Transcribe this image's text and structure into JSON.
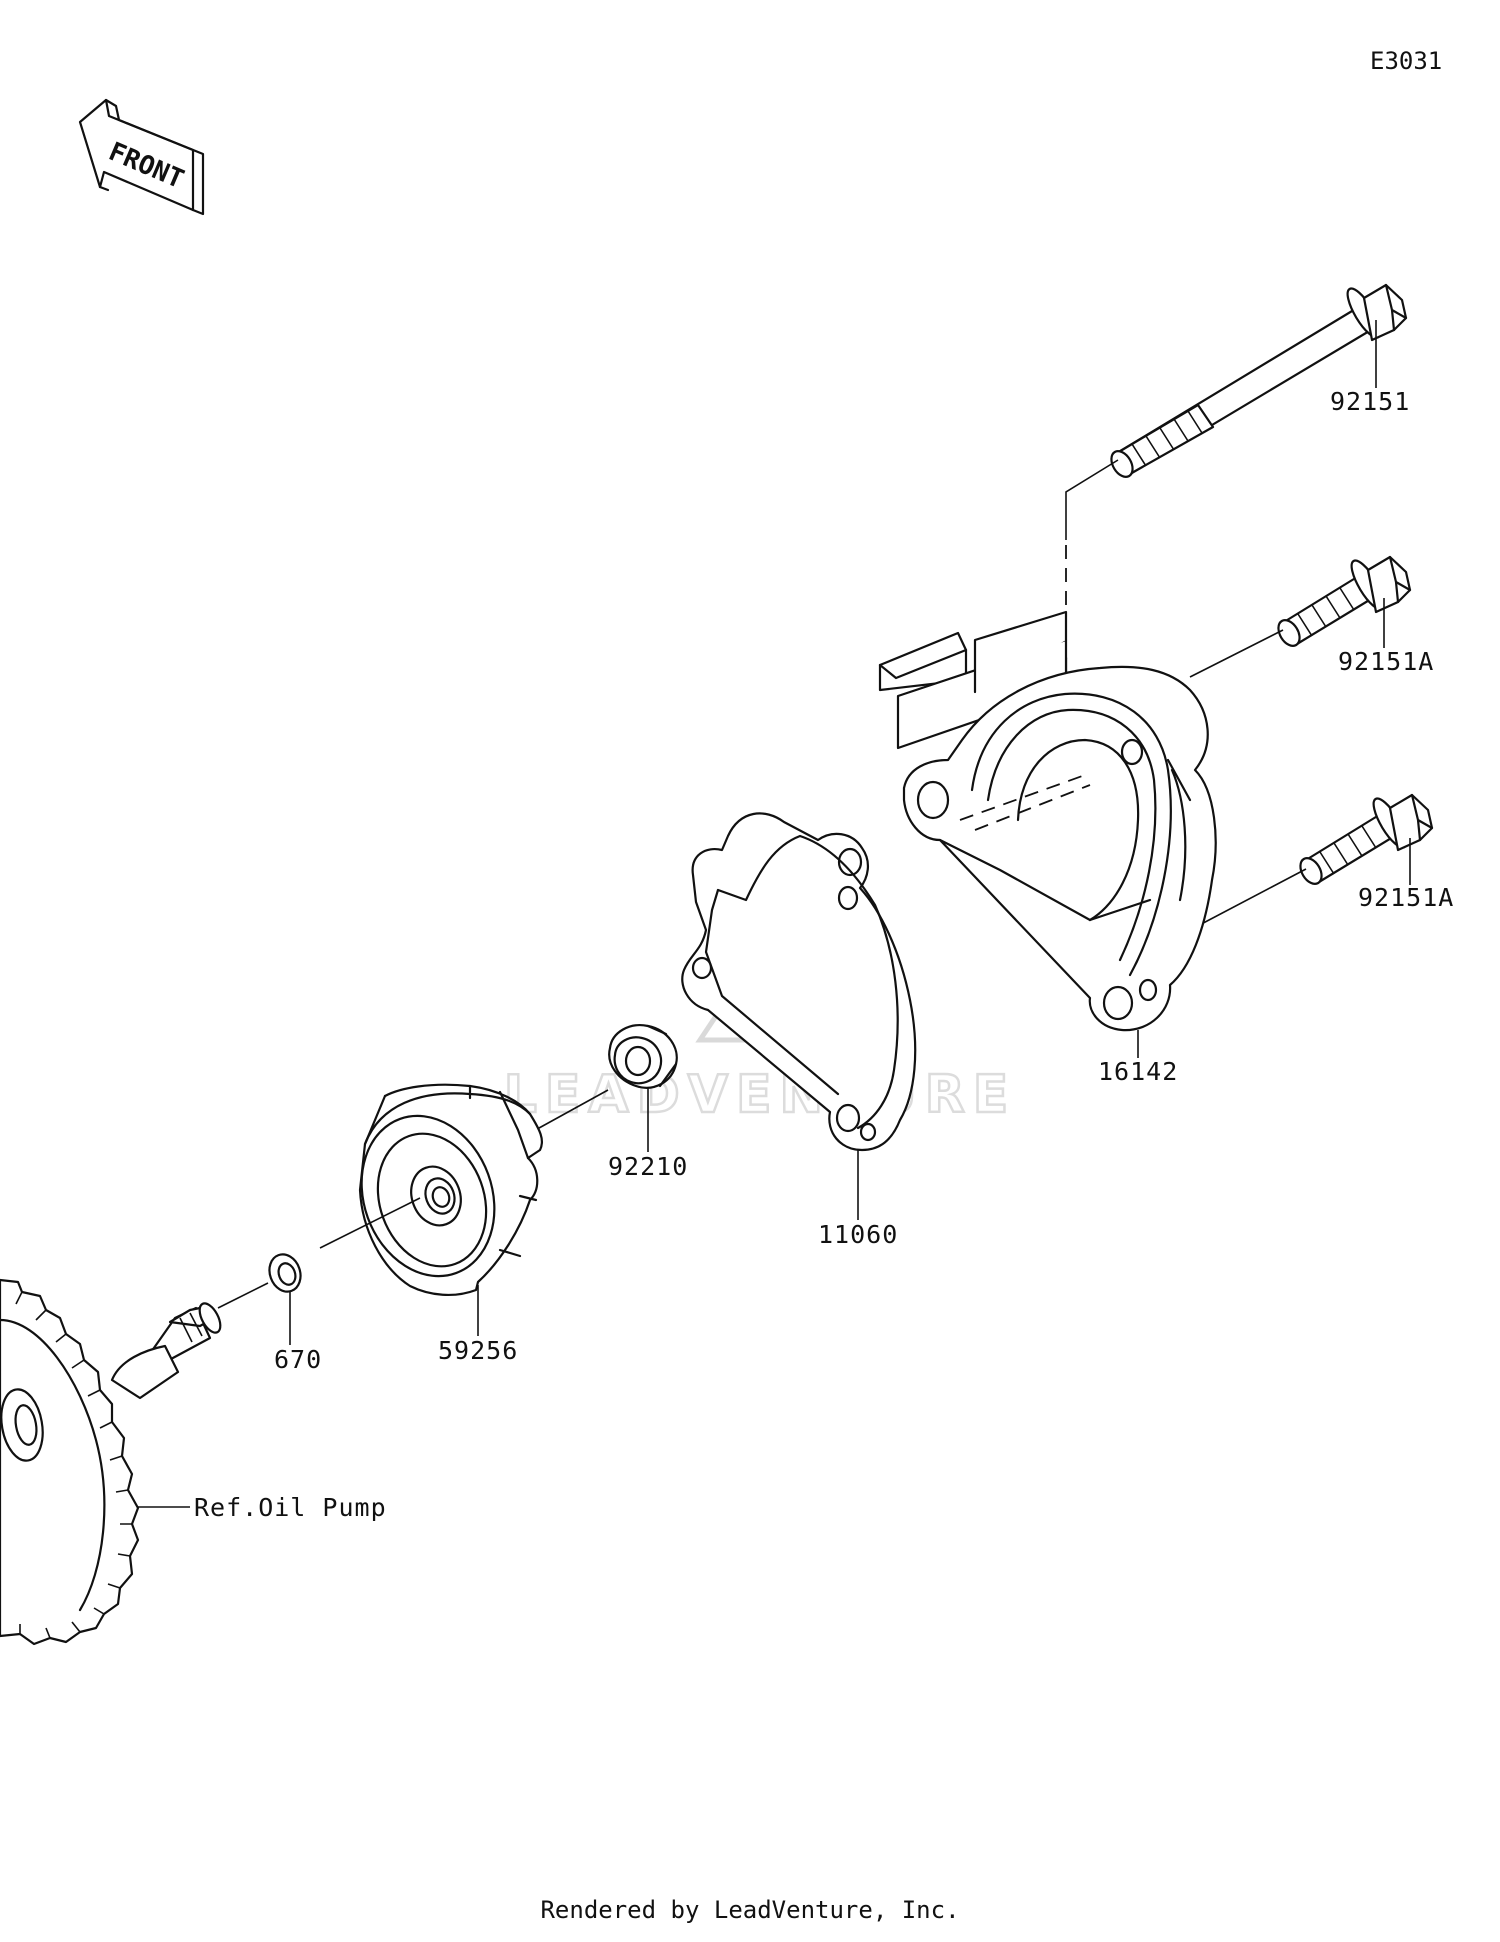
{
  "diagram": {
    "code": "E3031",
    "front_label": "FRONT",
    "watermark_text": "LEADVENTURE",
    "footer": "Rendered by LeadVenture, Inc.",
    "reference": "Ref.Oil Pump",
    "parts": [
      {
        "id": "bolt-long",
        "number": "92151"
      },
      {
        "id": "bolt-upper",
        "number": "92151A"
      },
      {
        "id": "bolt-lower",
        "number": "92151A"
      },
      {
        "id": "pump-cover",
        "number": "16142"
      },
      {
        "id": "gasket",
        "number": "11060"
      },
      {
        "id": "nut",
        "number": "92210"
      },
      {
        "id": "impeller",
        "number": "59256"
      },
      {
        "id": "washer",
        "number": "670"
      }
    ]
  }
}
